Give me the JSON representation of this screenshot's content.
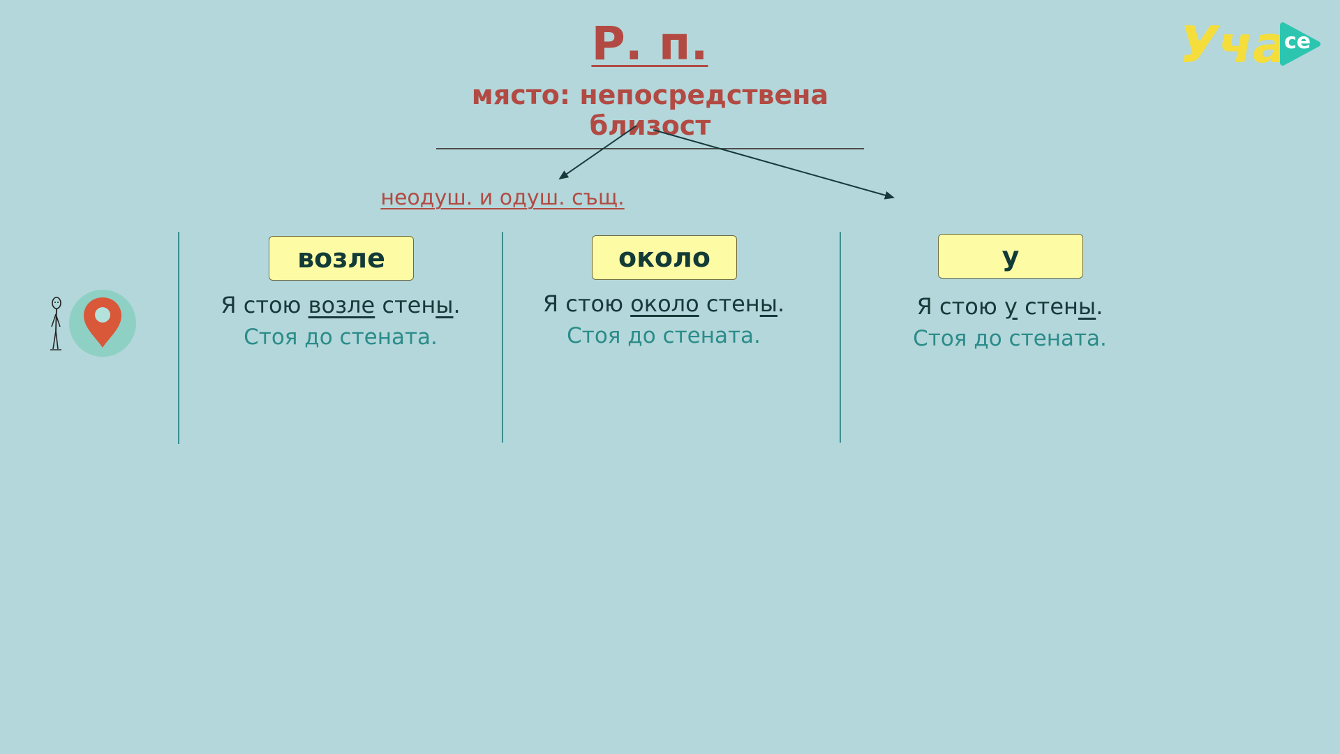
{
  "title": "Р. п.",
  "subtitle": "място: непосредствена близост",
  "branch_label": "неодуш. и одуш. същ.",
  "logo": {
    "text": "Уча",
    "badge": "се",
    "colors": {
      "text": "#f5de3c",
      "badge": "#2cc6b0"
    }
  },
  "icons": [
    "stick-figure-icon",
    "location-pin-icon"
  ],
  "columns": [
    {
      "word": "возле",
      "sentence": {
        "pre": "Я стою ",
        "prep": "возле",
        "mid": " стен",
        "ending": "ы",
        "post": "."
      },
      "translation": "Стоя до стената."
    },
    {
      "word": "около",
      "sentence": {
        "pre": "Я стою ",
        "prep": "около",
        "mid": " стен",
        "ending": "ы",
        "post": "."
      },
      "translation": "Стоя до стената."
    },
    {
      "word": "у",
      "sentence": {
        "pre": "Я стою ",
        "prep": "у",
        "mid": " стен",
        "ending": "ы",
        "post": "."
      },
      "translation": "Стоя до стената."
    }
  ],
  "colors": {
    "background": "#b3d7da",
    "heading": "#b24a43",
    "box": "#fdfca5",
    "translation": "#2b8c8a",
    "pin": "#d9583a",
    "pin_circle": "#8fd0c4"
  }
}
